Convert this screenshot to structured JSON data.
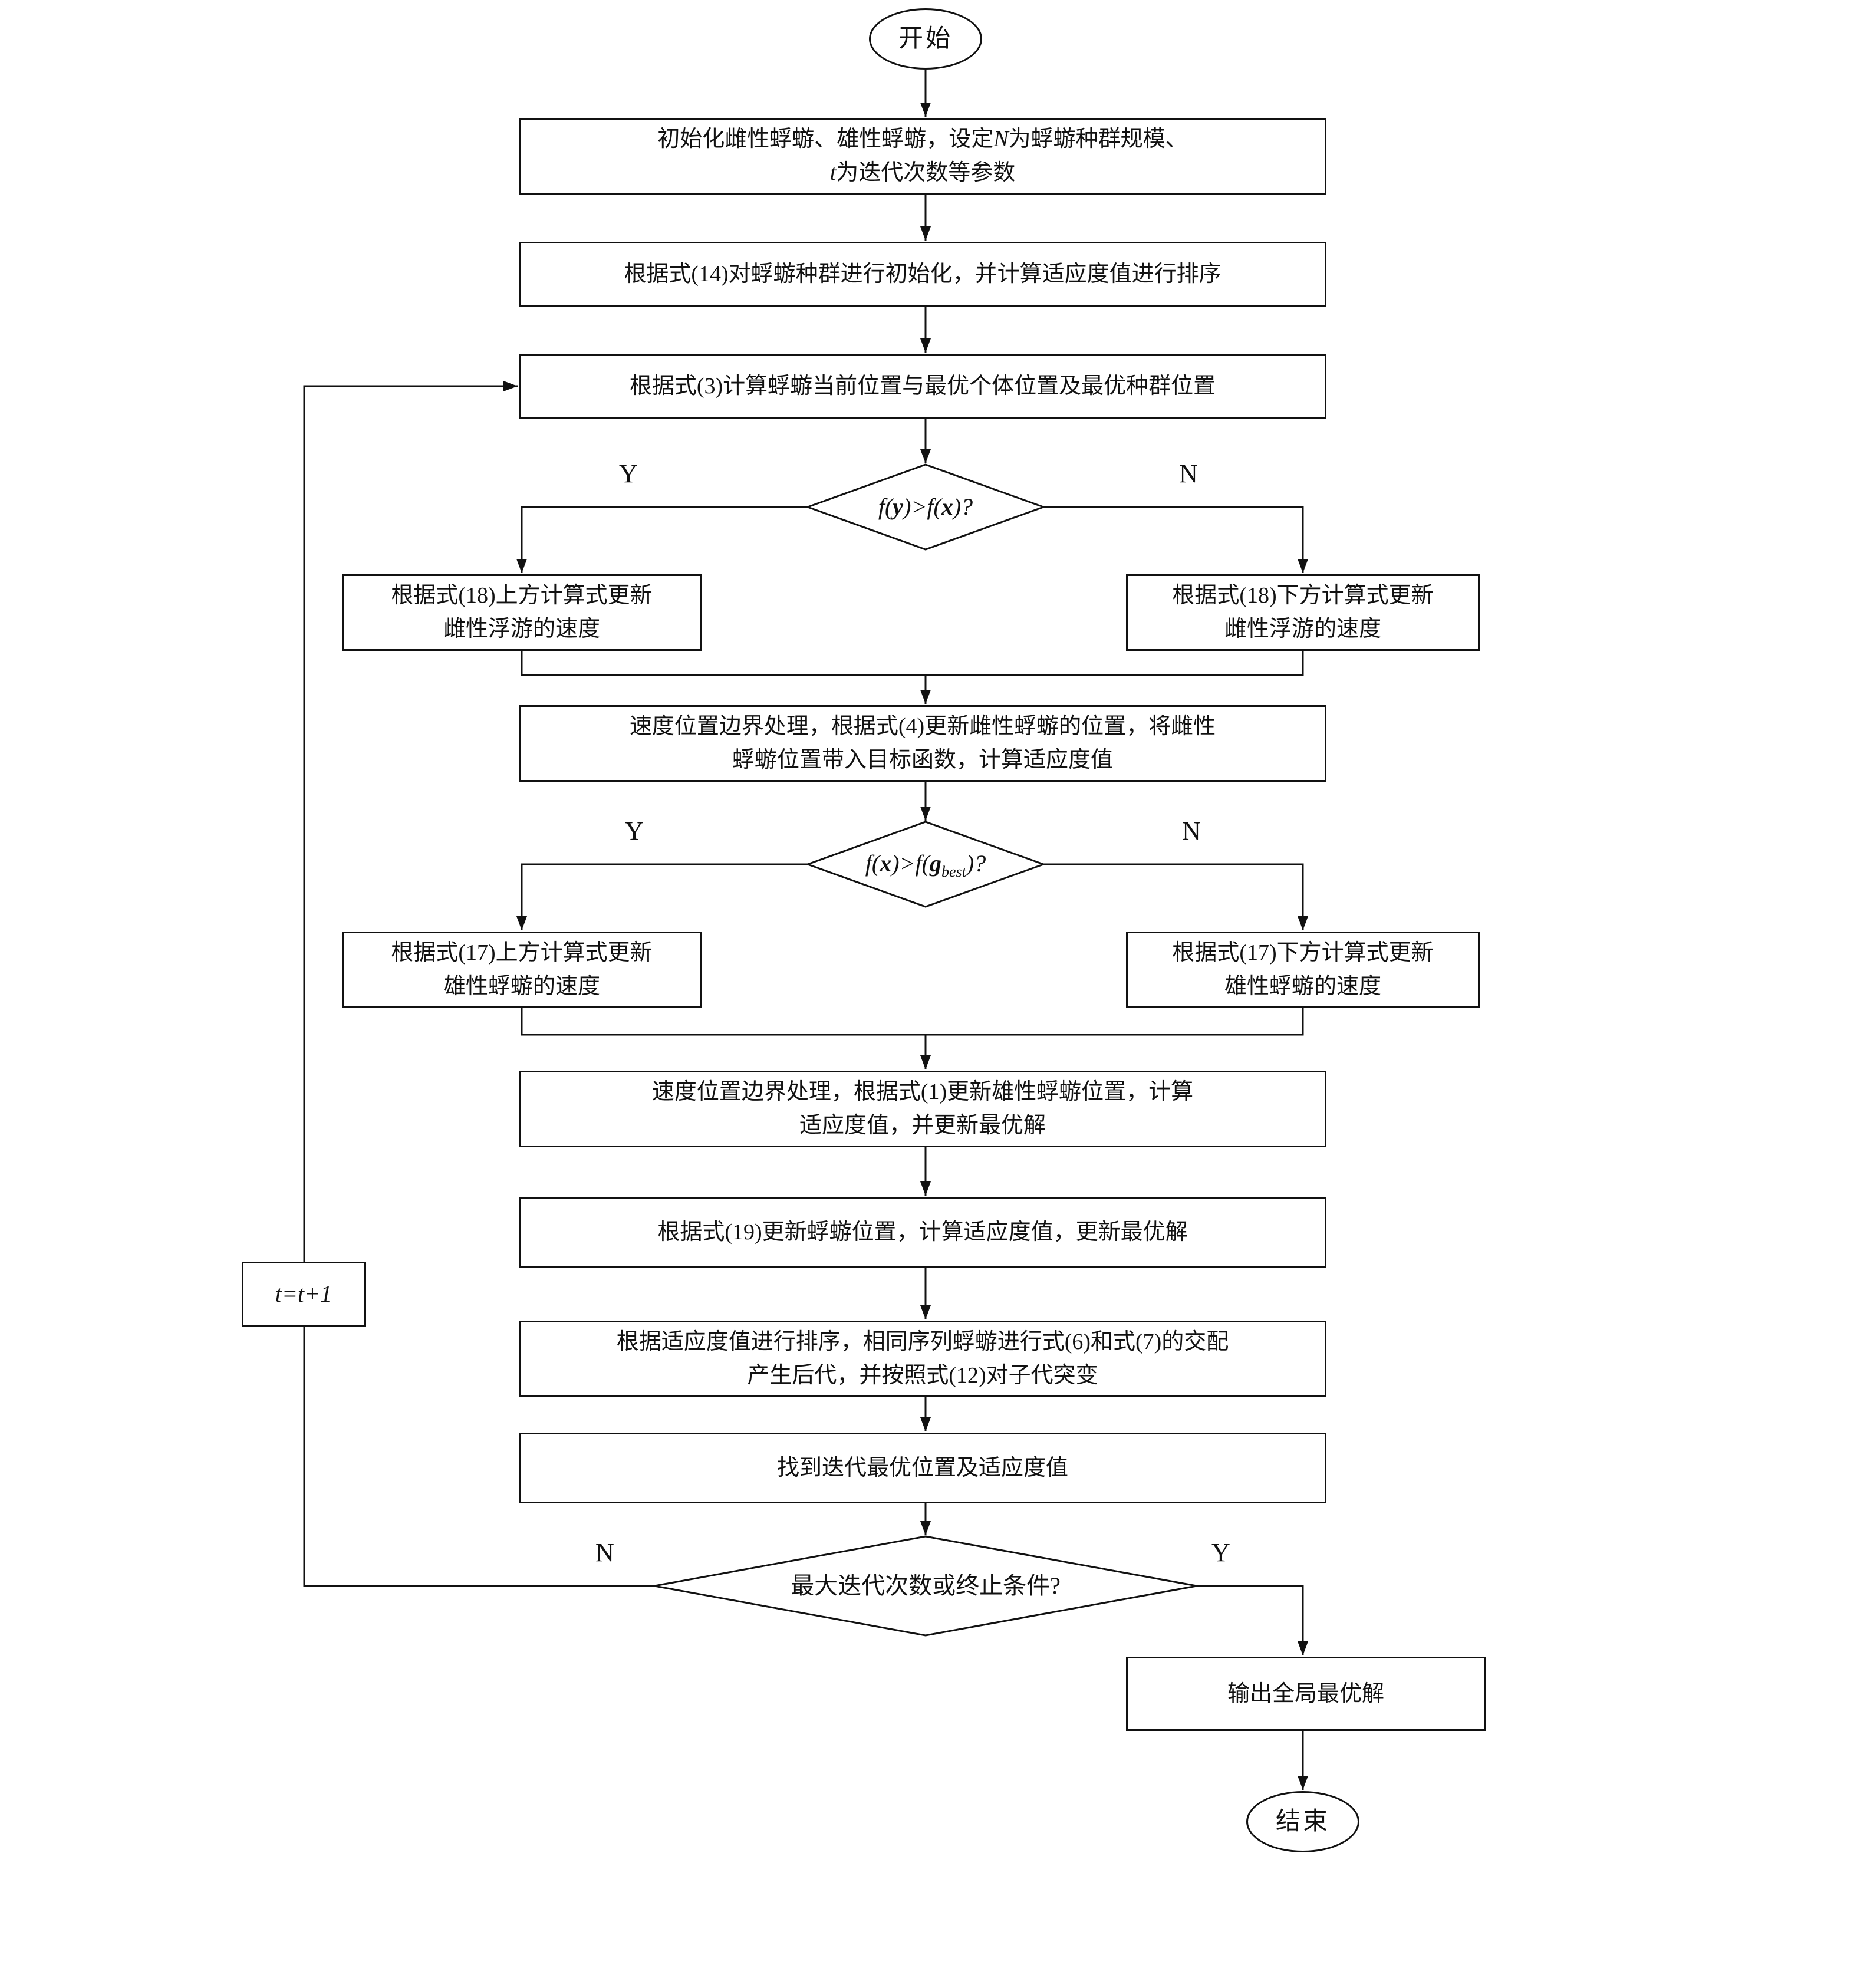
{
  "nodes": {
    "start": "开始",
    "end": "结束",
    "init": {
      "l1a": "初始化雌性蜉蝣、雄性蜉蝣，设定",
      "l1b": "N",
      "l1c": "为蜉蝣种群规模、",
      "l2a": "t",
      "l2b": "为迭代次数等参数"
    },
    "sort_init": "根据式(14)对蜉蝣种群进行初始化，并计算适应度值进行排序",
    "calc_pos": "根据式(3)计算蜉蝣当前位置与最优个体位置及最优种群位置",
    "cond1": {
      "p1": "f(",
      "a1": "y",
      "p2": ")>f(",
      "a2": "x",
      "p3": ")?"
    },
    "female_up": {
      "l1": "根据式(18)上方计算式更新",
      "l2": "雌性浮游的速度"
    },
    "female_down": {
      "l1": "根据式(18)下方计算式更新",
      "l2": "雌性浮游的速度"
    },
    "female_update": {
      "l1": "速度位置边界处理，根据式(4)更新雌性蜉蝣的位置，将雌性",
      "l2": "蜉蝣位置带入目标函数，计算适应度值"
    },
    "cond2": {
      "p1": "f(",
      "a1": "x",
      "p2": ")>f(",
      "a2": "g",
      "sub": "best",
      "p3": ")?"
    },
    "male_up": {
      "l1": "根据式(17)上方计算式更新",
      "l2": "雄性蜉蝣的速度"
    },
    "male_down": {
      "l1": "根据式(17)下方计算式更新",
      "l2": "雄性蜉蝣的速度"
    },
    "male_update": {
      "l1": "速度位置边界处理，根据式(1)更新雄性蜉蝣位置，计算",
      "l2": "适应度值，并更新最优解"
    },
    "update19": "根据式(19)更新蜉蝣位置，计算适应度值，更新最优解",
    "mate": {
      "l1": "根据适应度值进行排序，相同序列蜉蝣进行式(6)和式(7)的交配",
      "l2": "产生后代，并按照式(12)对子代突变"
    },
    "best_iter": "找到迭代最优位置及适应度值",
    "cond3": "最大迭代次数或终止条件?",
    "output": "输出全局最优解",
    "loop": "t=t+1"
  },
  "branch_labels": {
    "c1y": "Y",
    "c1n": "N",
    "c2y": "Y",
    "c2n": "N",
    "c3n": "N",
    "c3y": "Y"
  },
  "colors": {
    "line": "#111111",
    "background": "#ffffff"
  }
}
